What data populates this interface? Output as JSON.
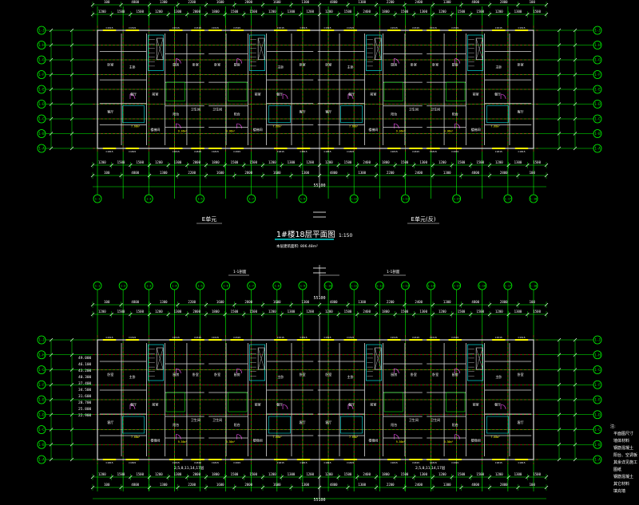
{
  "colors": {
    "background": "#000000",
    "axis": "#00ff00",
    "dimension": "#ffffff",
    "grid": "#ff3030",
    "wall": "#d8d8d8",
    "room_label": "#ffffff",
    "window": "#ffff00",
    "door": "#ff55ff",
    "stair": "#00ffff",
    "title": "#ffffff",
    "note": "#ffffff"
  },
  "title": {
    "main": "1#楼18层平面图",
    "scale": "1:150",
    "area_note": "本层建筑面积: 806.48m²"
  },
  "unit_labels": [
    "E单元",
    "E单元(反)"
  ],
  "top_axes": [
    "1-1",
    "1-2",
    "1-3",
    "1-4",
    "1-5",
    "1-6",
    "1-7",
    "1-8",
    "1-9",
    "1-10",
    "1-11",
    "1-12",
    "1-13",
    "1-14",
    "1-15",
    "1-16",
    "1-17",
    "1-18"
  ],
  "side_axes": [
    "1-A",
    "1-B",
    "1-C",
    "1-D",
    "1-E",
    "1-F",
    "1-G",
    "1-H",
    "1-J"
  ],
  "dims_lower": [
    "1200",
    "1500",
    "1500",
    "1200",
    "1300",
    "2000",
    "1800",
    "1500",
    "1500",
    "1200",
    "1300",
    "1200",
    "1200",
    "1500",
    "2400",
    "1800",
    "1500",
    "1300",
    "1200",
    "1500",
    "1500",
    "1200",
    "1300",
    "1500"
  ],
  "dims_upper": [
    "100",
    "4800",
    "1300",
    "2200",
    "1600",
    "2800",
    "1600",
    "1300",
    "4800",
    "1300",
    "2200",
    "2400",
    "1300",
    "4800",
    "2800",
    "100"
  ],
  "total_dim": "55100",
  "section_marks": [
    "1-1剖面",
    "1-1剖面"
  ],
  "elevation_labels": [
    "49.000",
    "46.100",
    "43.200",
    "40.300",
    "37.400",
    "34.500",
    "31.600",
    "28.700",
    "25.800",
    "22.900"
  ],
  "room_tags": [
    "卧室",
    "客厅",
    "厨房",
    "卫生间",
    "阳台",
    "餐厅",
    "主卧",
    "前室",
    "电梯",
    "楼梯间"
  ],
  "floor_lists": [
    "2,5,8,11,14,17层",
    "2,5,8,11,14,17层"
  ],
  "notes": {
    "header": "注:",
    "lines": [
      "平面图尺寸",
      "墙体材料",
      "钢筋混凝土",
      "阳台、空调板",
      "其余详见施工",
      "图纸",
      "钢筋混凝土",
      "其它材料",
      "填充墙"
    ]
  }
}
